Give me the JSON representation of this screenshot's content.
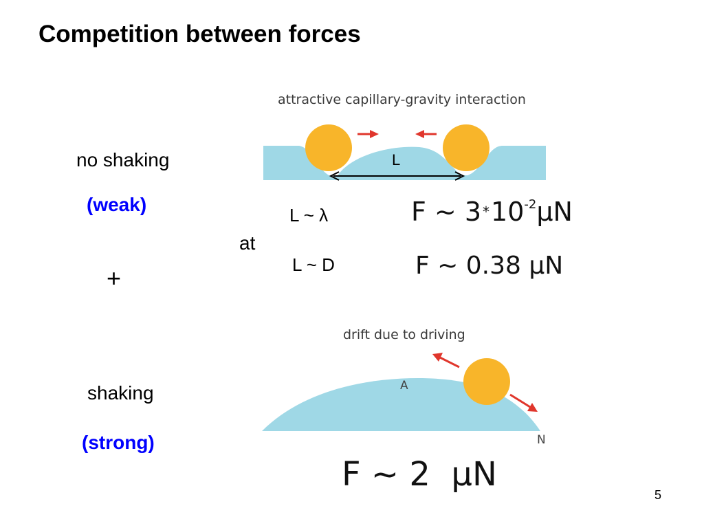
{
  "slide": {
    "title": "Competition between forces",
    "page_number": "5"
  },
  "left": {
    "no_shaking": "no shaking",
    "weak": "(weak)",
    "plus": "+",
    "shaking": "shaking",
    "strong": "(strong)"
  },
  "middle": {
    "at": "at",
    "l_lambda": "L ~ λ",
    "l_d": "L ~ D"
  },
  "top_figure": {
    "caption": "attractive capillary-gravity interaction",
    "length_label": "L",
    "colors": {
      "liquid": "#9fd8e6",
      "particle": "#f8b52a",
      "arrow": "#e0362c"
    }
  },
  "forces": {
    "f_weak_lambda": {
      "prefix": "F ~ 3",
      "mult": "*",
      "base": "10",
      "exp": "-2",
      "unit": "μN"
    },
    "f_weak_d": {
      "prefix": "F ~ 0.38",
      "unit": "μN"
    },
    "f_strong": {
      "prefix": "F ~ 2",
      "unit": "μN"
    }
  },
  "bottom_figure": {
    "caption": "drift due to driving",
    "label_a": "A",
    "label_n": "N"
  }
}
